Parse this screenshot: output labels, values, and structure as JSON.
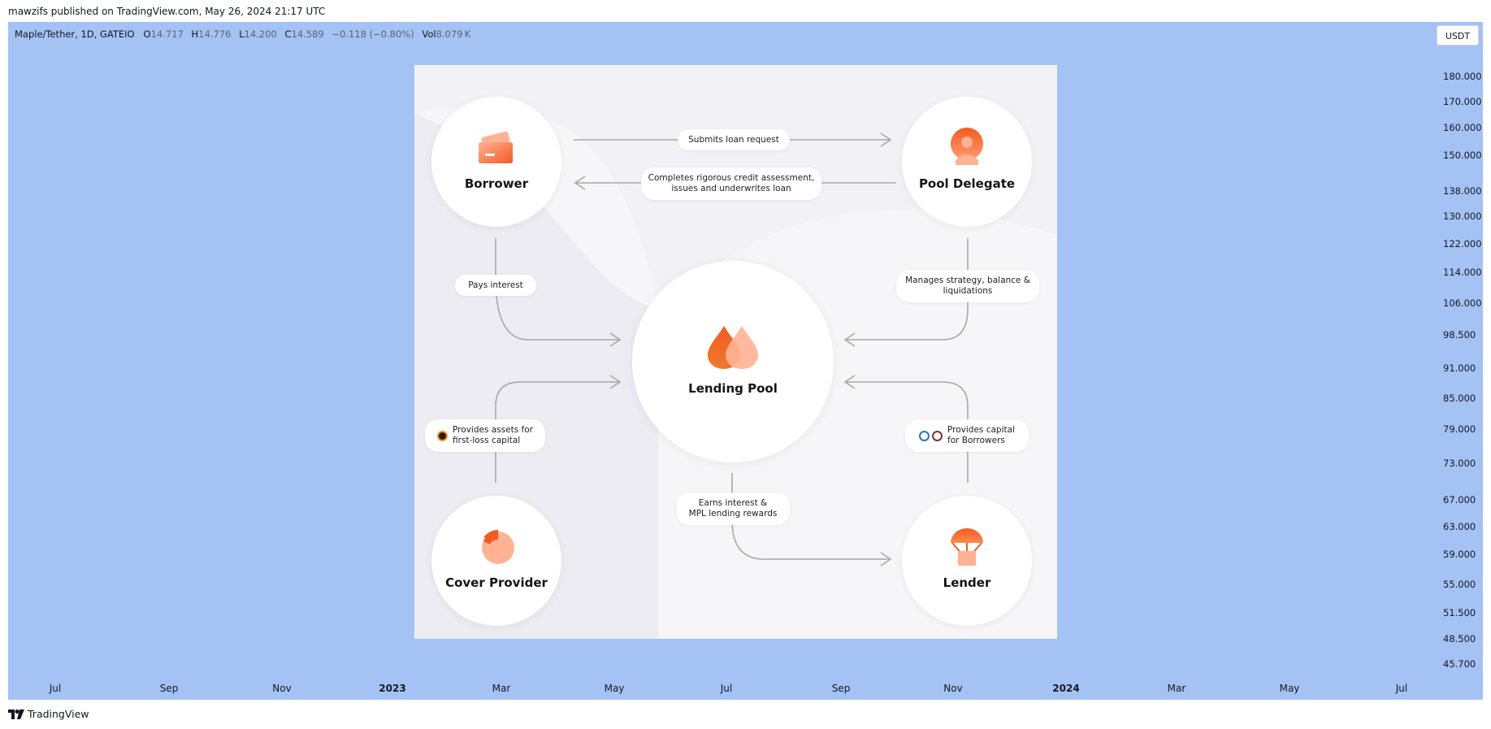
{
  "header": {
    "published_line": "mawzifs published on TradingView.com, May 26, 2024 21:17 UTC"
  },
  "legend": {
    "symbol": "Maple/Tether, 1D, GATEIO",
    "open_label": "O",
    "open": "14.717",
    "high_label": "H",
    "high": "14.776",
    "low_label": "L",
    "low": "14.200",
    "close_label": "C",
    "close": "14.589",
    "change": "−0.118 (−0.80%)",
    "vol_label": "Vol",
    "vol": "8.079 K"
  },
  "currency_button": "USDT",
  "price_axis": [
    "180.000",
    "170.000",
    "160.000",
    "150.000",
    "138.000",
    "130.000",
    "122.000",
    "114.000",
    "106.000",
    "98.500",
    "91.000",
    "85.000",
    "79.000",
    "73.000",
    "67.000",
    "63.000",
    "59.000",
    "55.000",
    "51.500",
    "48.500",
    "45.700"
  ],
  "time_axis": [
    {
      "label": "Jul",
      "bold": false
    },
    {
      "label": "Sep",
      "bold": false
    },
    {
      "label": "Nov",
      "bold": false
    },
    {
      "label": "2023",
      "bold": true
    },
    {
      "label": "Mar",
      "bold": false
    },
    {
      "label": "May",
      "bold": false
    },
    {
      "label": "Jul",
      "bold": false
    },
    {
      "label": "Sep",
      "bold": false
    },
    {
      "label": "Nov",
      "bold": false
    },
    {
      "label": "2024",
      "bold": true
    },
    {
      "label": "Mar",
      "bold": false
    },
    {
      "label": "May",
      "bold": false
    },
    {
      "label": "Jul",
      "bold": false
    }
  ],
  "footer": {
    "brand": "TradingView"
  },
  "infographic": {
    "nodes": {
      "borrower": "Borrower",
      "pool_delegate": "Pool Delegate",
      "lending_pool": "Lending Pool",
      "cover_provider": "Cover Provider",
      "lender": "Lender"
    },
    "flows": {
      "submits_loan": "Submits loan request",
      "credit_assessment_1": "Completes rigorous credit assessment,",
      "credit_assessment_2": "issues and underwrites loan",
      "pays_interest": "Pays interest",
      "manages_1": "Manages strategy, balance &",
      "manages_2": "liquidations",
      "provides_assets_1": "Provides assets for",
      "provides_assets_2": "first-loss capital",
      "provides_capital_1": "Provides capital",
      "provides_capital_2": "for Borrowers",
      "earns_1": "Earns interest &",
      "earns_2": "MPL lending rewards"
    }
  },
  "colors": {
    "chart_bg": "#a4c2f4",
    "accent_orange": "#f15a22",
    "light_orange": "#ffb394"
  }
}
